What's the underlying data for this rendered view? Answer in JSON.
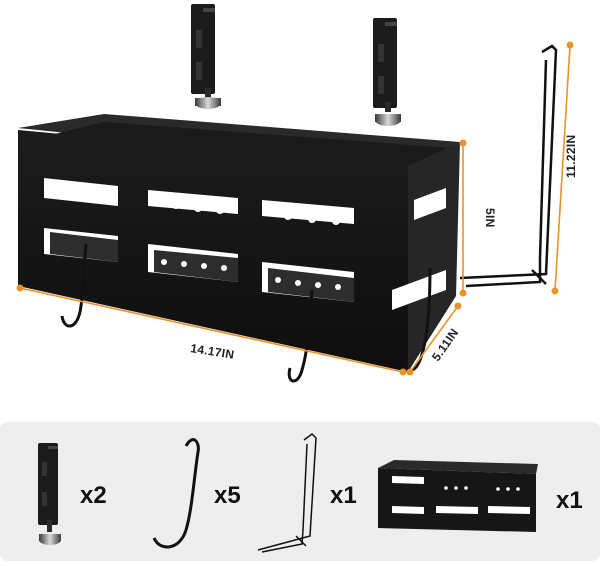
{
  "colors": {
    "product": "#161616",
    "accent_dimension": "#e8932a",
    "panel_bg": "#eeeeee",
    "label_text": "#222222"
  },
  "dimensions": {
    "length": "14.17IN",
    "height": "5IN",
    "depth": "5.11IN",
    "hook_height": "11.22IN"
  },
  "parts": [
    {
      "name": "clamp",
      "icon": "clamp-icon",
      "qty": "x2"
    },
    {
      "name": "hook",
      "icon": "hook-icon",
      "qty": "x5"
    },
    {
      "name": "wire-frame",
      "icon": "wire-frame-icon",
      "qty": "x1"
    },
    {
      "name": "basket",
      "icon": "basket-icon",
      "qty": "x1"
    }
  ]
}
